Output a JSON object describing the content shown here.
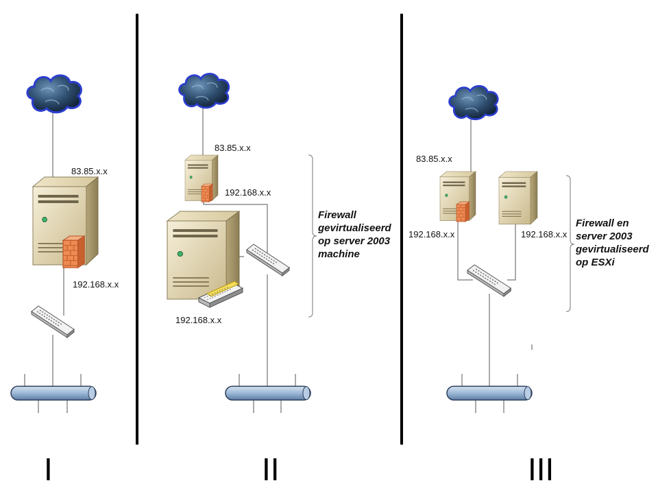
{
  "panels": [
    {
      "numeral": "I",
      "wan_ip": "83.85.x.x",
      "lan_ip": "192.168.x.x"
    },
    {
      "numeral": "II",
      "wan_ip": "83.85.x.x",
      "fw_lan_ip": "192.168.x.x",
      "server_ip": "192.168.x.x",
      "note": [
        "Firewall",
        "gevirtualiseerd",
        "op server 2003",
        "machine"
      ]
    },
    {
      "numeral": "III",
      "wan_ip": "83.85.x.x",
      "fw_lan_ip": "192.168.x.x",
      "server_ip": "192.168.x.x",
      "note": [
        "Firewall en",
        "server 2003",
        "gevirtualiseerd",
        "op ESXi"
      ]
    }
  ]
}
